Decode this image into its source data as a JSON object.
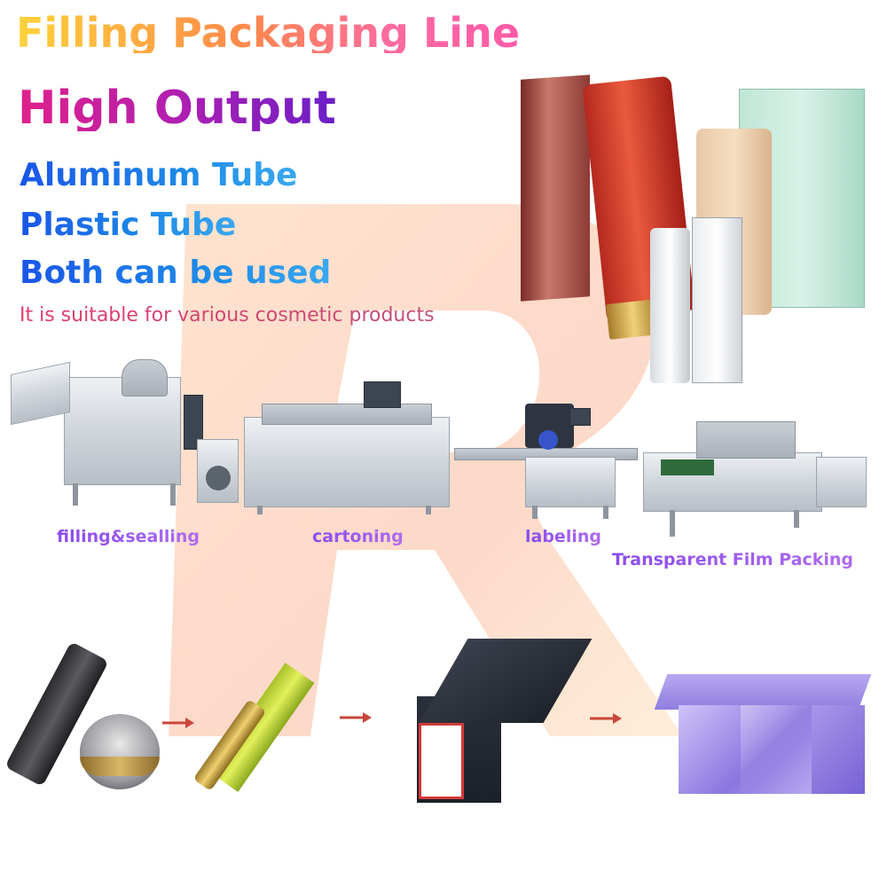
{
  "headings": {
    "title": "Filling Packaging Line",
    "subtitle": "High Output",
    "line1": "Aluminum Tube",
    "line2": "Plastic Tube",
    "line3": "Both can be used",
    "note": "It is suitable for various cosmetic products"
  },
  "steps": [
    {
      "label": "filling&sealling"
    },
    {
      "label": "cartoning"
    },
    {
      "label": "labeling"
    },
    {
      "label": "Transparent Film Packing"
    }
  ],
  "colors": {
    "watermark": "#fbd5c0",
    "arrow": "#c9463a",
    "purple_label": "#9a5cf0",
    "steel": "#c8ced4"
  },
  "icons": {
    "arrow": "arrow-right-icon",
    "watermark": "brand-r-watermark"
  }
}
